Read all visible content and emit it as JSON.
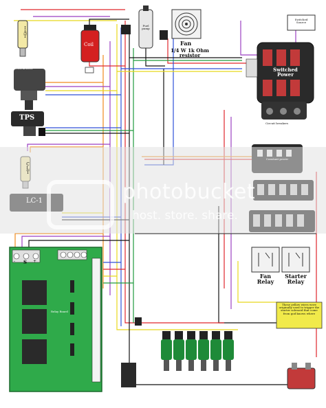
{
  "components": {
    "iat": "IAT",
    "coil": "Coil",
    "fuel_pump": "Fuel pump",
    "fan": "Fan",
    "resistor": "1/4 W 1k Ohm resistor",
    "switched_source": "Switched Source",
    "switched_power": "Switched Power",
    "circuit_breakers": "Circuit breakers",
    "distributor": "Distributor",
    "tps": "TPS",
    "clt": "CLT",
    "lc1": "LC-1",
    "constant_power": "Constant power",
    "relay_board": "Relay Board",
    "relay_board_terminals": [
      "-",
      "S",
      "+"
    ],
    "fan_relay": "Fan Relay",
    "starter_relay": "Starter Relay",
    "note": "These yellow wires were originally used to trigger the starter solenoid that come from god knows where"
  },
  "watermark": {
    "brand": "photobucket",
    "tagline": "host. store. share."
  },
  "colors": {
    "relay_board": "#2faa4a",
    "coil": "#d42020",
    "wire_red": "#e0262b",
    "wire_yellow": "#e8d81a",
    "wire_blue": "#2d4fd8",
    "wire_green": "#1e9a3c",
    "wire_purple": "#9b3fc2",
    "wire_orange": "#f08a1c",
    "wire_black": "#111111",
    "note_background": "#f1ea4a"
  }
}
